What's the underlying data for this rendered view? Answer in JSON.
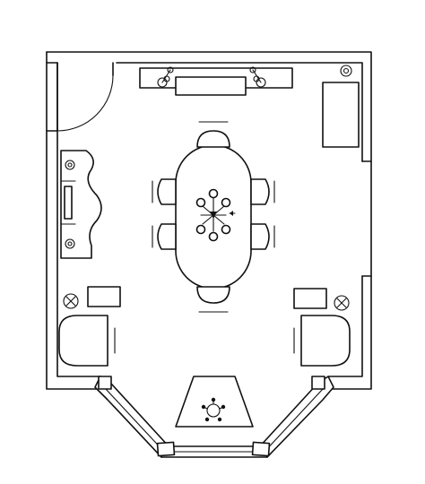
{
  "drawing": {
    "type": "floor-plan",
    "room": "dining room",
    "furniture": [
      "sideboard",
      "cabinet",
      "console-table",
      "dining-table",
      "dining-chair",
      "armchair",
      "side-table",
      "table-lamp",
      "chandelier"
    ],
    "bay_window_table_icon": "floral-centerpiece-icon"
  }
}
